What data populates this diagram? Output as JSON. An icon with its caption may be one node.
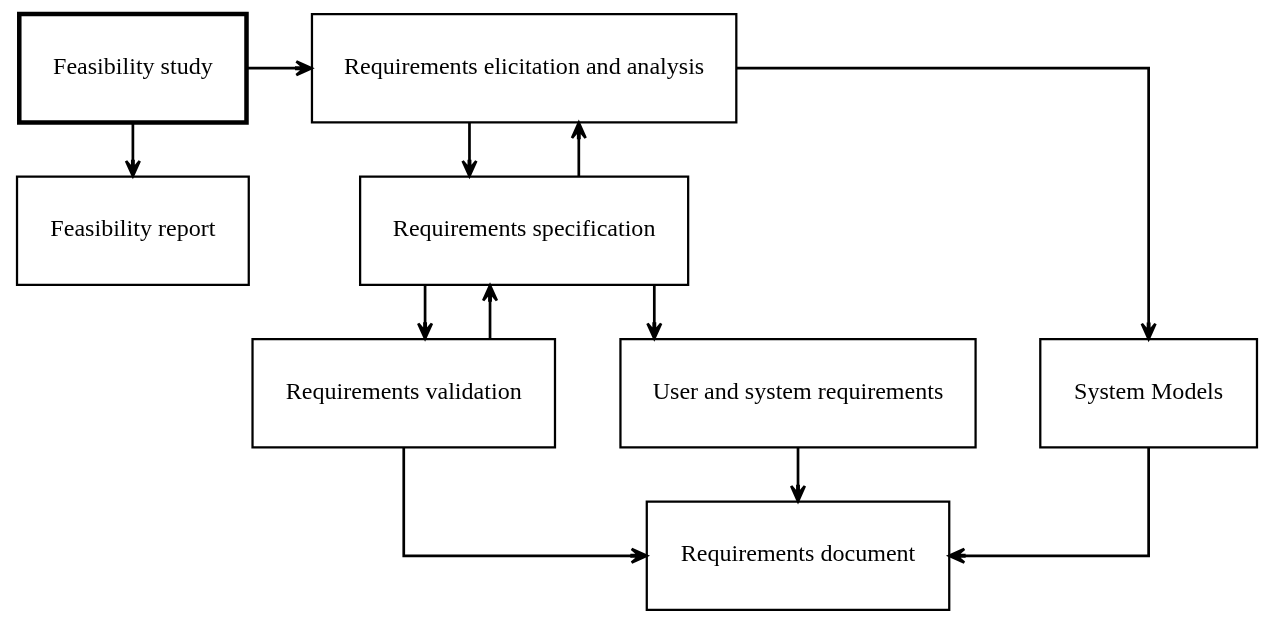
{
  "diagram": {
    "nodes": [
      {
        "text": [
          "Feasibility study"
        ]
      },
      {
        "text": [
          "Requirements elicitation and analysis"
        ]
      },
      {
        "text": [
          "Requirements specification"
        ]
      },
      {
        "text": [
          "Requirements validation"
        ]
      },
      {
        "text": [
          "Feasibility report"
        ]
      },
      {
        "text": [
          "System Models"
        ]
      },
      {
        "text": [
          "User and system requirements"
        ]
      },
      {
        "text": [
          "Requirements document"
        ]
      }
    ],
    "edges": [
      {
        "from": 0,
        "to": 1,
        "arrow": "to"
      },
      {
        "from": 0,
        "to": 4,
        "arrow": "to"
      },
      {
        "from": 2,
        "to": 1,
        "arrow": "to"
      },
      {
        "from": 1,
        "to": 2,
        "arrow": "to"
      },
      {
        "from": 3,
        "to": 2,
        "arrow": "to"
      },
      {
        "from": 2,
        "to": 3,
        "arrow": "to"
      },
      {
        "from": 1,
        "to": 5,
        "arrow": "to"
      },
      {
        "from": 2,
        "to": 6,
        "arrow": "to"
      },
      {
        "from": 3,
        "to": 7,
        "arrow": "to"
      },
      {
        "from": 6,
        "to": 7,
        "arrow": "to"
      },
      {
        "from": 5,
        "to": 7,
        "arrow": "to"
      }
    ]
  }
}
